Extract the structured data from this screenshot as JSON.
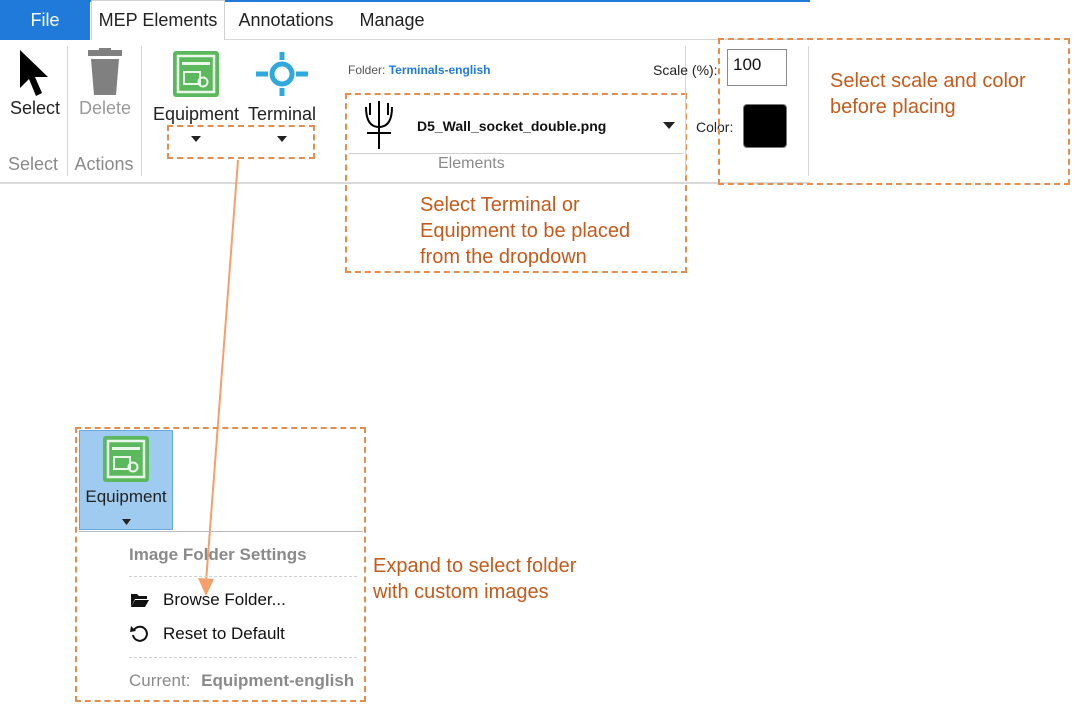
{
  "tabs": {
    "file": "File",
    "mep": "MEP Elements",
    "annotations": "Annotations",
    "manage": "Manage"
  },
  "ribbon": {
    "select_label": "Select",
    "delete_label": "Delete",
    "group_select": "Select",
    "group_actions": "Actions",
    "equipment_label": "Equipment",
    "terminal_label": "Terminal",
    "folder_prefix": "Folder:",
    "folder_value": "Terminals-english",
    "element_name": "D5_Wall_socket_double.png",
    "elements_label": "Elements",
    "scale_label": "Scale (%):",
    "scale_value": "100",
    "color_label": "Color:",
    "color_value": "#000000"
  },
  "notes": {
    "scale_color_line1": "Select scale and color",
    "scale_color_line2": "before placing",
    "dropdown_line1": "Select Terminal or",
    "dropdown_line2": "Equipment to be placed",
    "dropdown_line3": "from the dropdown",
    "folder_line1": "Expand to select folder",
    "folder_line2": "with custom images"
  },
  "dropdown": {
    "equipment_label": "Equipment",
    "section_title": "Image Folder Settings",
    "browse": "Browse Folder...",
    "reset": "Reset to Default",
    "current_prefix": "Current:",
    "current_value": "Equipment-english"
  },
  "colors": {
    "accent": "#1f7ad9",
    "annotation": "#c25b1c",
    "dashed_border": "#e38d4f",
    "arrow": "#f4a06a",
    "equipment_green": "#5cb85c",
    "terminal_blue": "#2fa8de",
    "dropdown_highlight": "#9fcbf0"
  }
}
